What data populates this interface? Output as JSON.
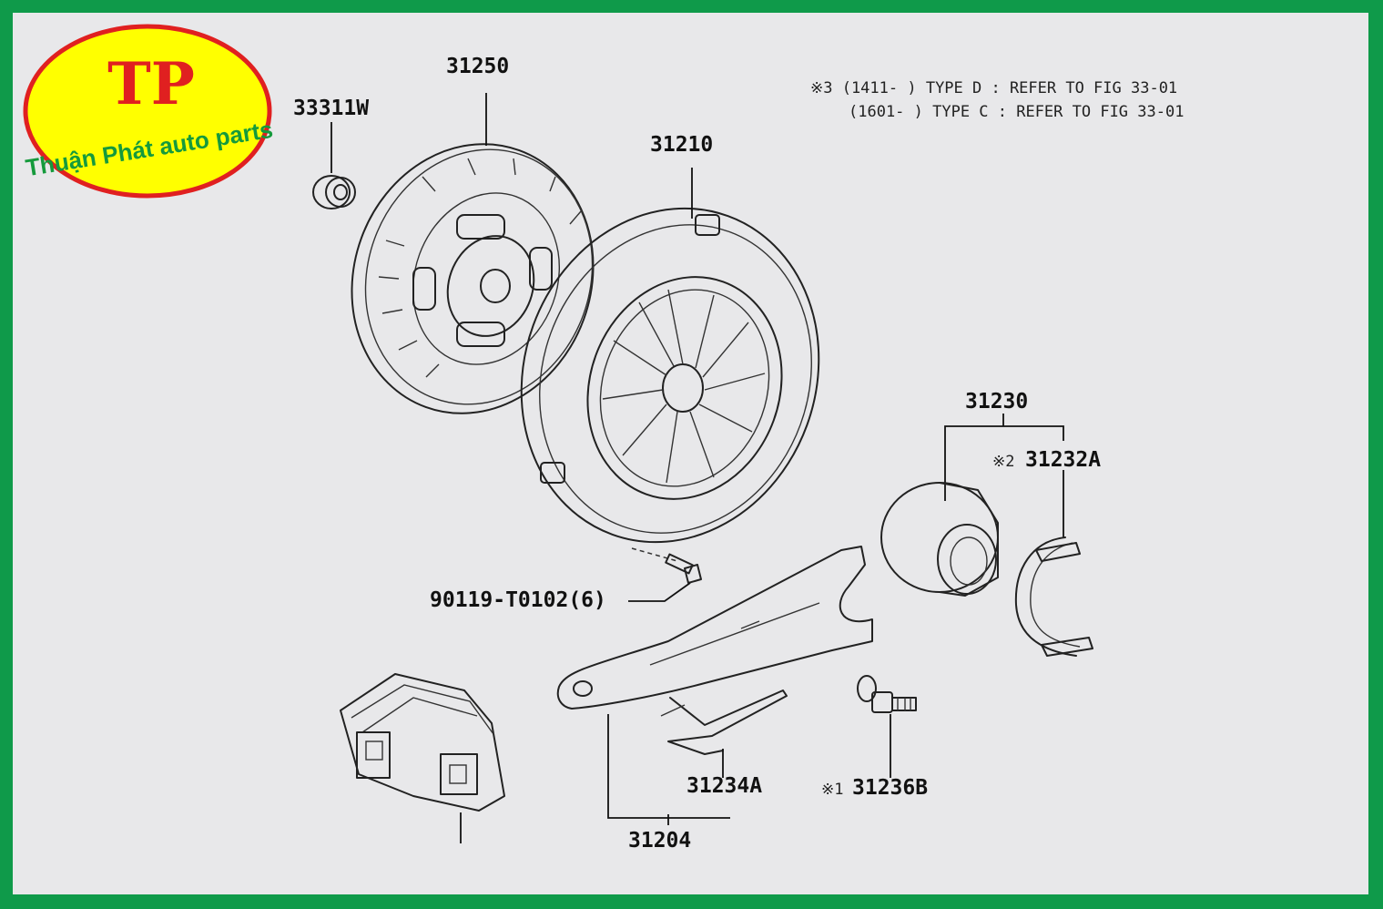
{
  "brand": {
    "logo_initials": "TP",
    "logo_name": "Thuận Phát auto parts",
    "frame_color": "#0f9a4a",
    "logo_fill": "#ffff00",
    "logo_border": "#e02020"
  },
  "notes": [
    "※3 (1411-      ) TYPE D : REFER TO FIG 33-01",
    "(1601-      ) TYPE C : REFER TO FIG 33-01"
  ],
  "parts": {
    "pilot_bearing": "33311W",
    "clutch_disc": "31250",
    "clutch_cover": "31210",
    "bolt": "90119-T0102(6)",
    "release_bearing": "31230",
    "release_clip": "31232A",
    "release_clip_prefix": "※2",
    "fork_spring": "31234A",
    "pivot_bolt": "31236B",
    "pivot_bolt_prefix": "※1",
    "release_fork_cut": "31204"
  }
}
